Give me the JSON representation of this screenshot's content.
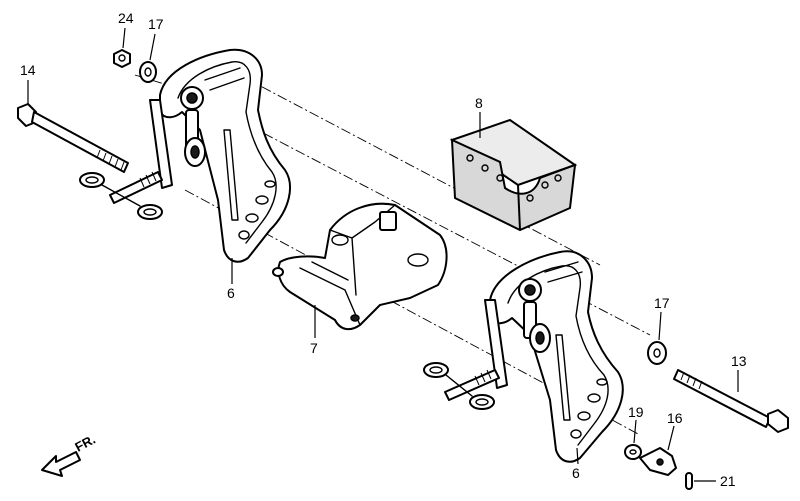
{
  "diagram": {
    "callouts": {
      "c24": "24",
      "c17a": "17",
      "c14": "14",
      "c8": "8",
      "c6a": "6",
      "c7": "7",
      "c17b": "17",
      "c13": "13",
      "c19": "19",
      "c16": "16",
      "c6b": "6",
      "c21": "21"
    },
    "direction_marker": "FR."
  }
}
